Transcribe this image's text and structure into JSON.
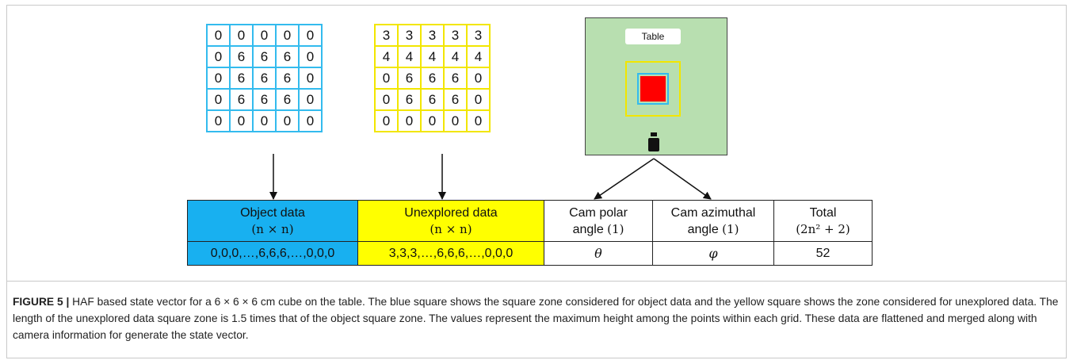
{
  "object_grid": [
    [
      "0",
      "0",
      "0",
      "0",
      "0"
    ],
    [
      "0",
      "6",
      "6",
      "6",
      "0"
    ],
    [
      "0",
      "6",
      "6",
      "6",
      "0"
    ],
    [
      "0",
      "6",
      "6",
      "6",
      "0"
    ],
    [
      "0",
      "0",
      "0",
      "0",
      "0"
    ]
  ],
  "unexplored_grid": [
    [
      "3",
      "3",
      "3",
      "3",
      "3"
    ],
    [
      "4",
      "4",
      "4",
      "4",
      "4"
    ],
    [
      "0",
      "6",
      "6",
      "6",
      "0"
    ],
    [
      "0",
      "6",
      "6",
      "6",
      "0"
    ],
    [
      "0",
      "0",
      "0",
      "0",
      "0"
    ]
  ],
  "scene": {
    "table_label": "Table"
  },
  "state_table": {
    "object_data": {
      "title": "Object data",
      "dim": "(n × n)",
      "value": "0,0,0,…,6,6,6,…,0,0,0"
    },
    "unexplored_data": {
      "title": "Unexplored data",
      "dim": "(n × n)",
      "value": "3,3,3,…,6,6,6,…,0,0,0"
    },
    "cam_polar": {
      "title_line1": "Cam polar",
      "title_line2": "angle",
      "count": "(1)",
      "value": "θ"
    },
    "cam_azimuthal": {
      "title_line1": "Cam azimuthal",
      "title_line2": "angle",
      "count": "(1)",
      "value": "φ"
    },
    "total": {
      "title": "Total",
      "formula": "(2n² + 2)",
      "value": "52"
    }
  },
  "caption": {
    "label": "FIGURE 5 |",
    "text": " HAF based state vector for a 6 × 6 × 6 cm cube on the table. The blue square shows the square zone considered for object data and the yellow square shows the zone considered for unexplored data. The length of the unexplored data square zone is 1.5 times that of the object square zone. The values represent the maximum height among the points within each grid. These data are flattened and merged along with camera information for generate the state vector."
  },
  "colors": {
    "blue": "#18b0f0",
    "yellow": "#ffff00",
    "grid_blue_border": "#33bbee",
    "grid_yellow_border": "#f2e600",
    "table_green": "#b8dfb0",
    "object_red": "#ff0000"
  }
}
